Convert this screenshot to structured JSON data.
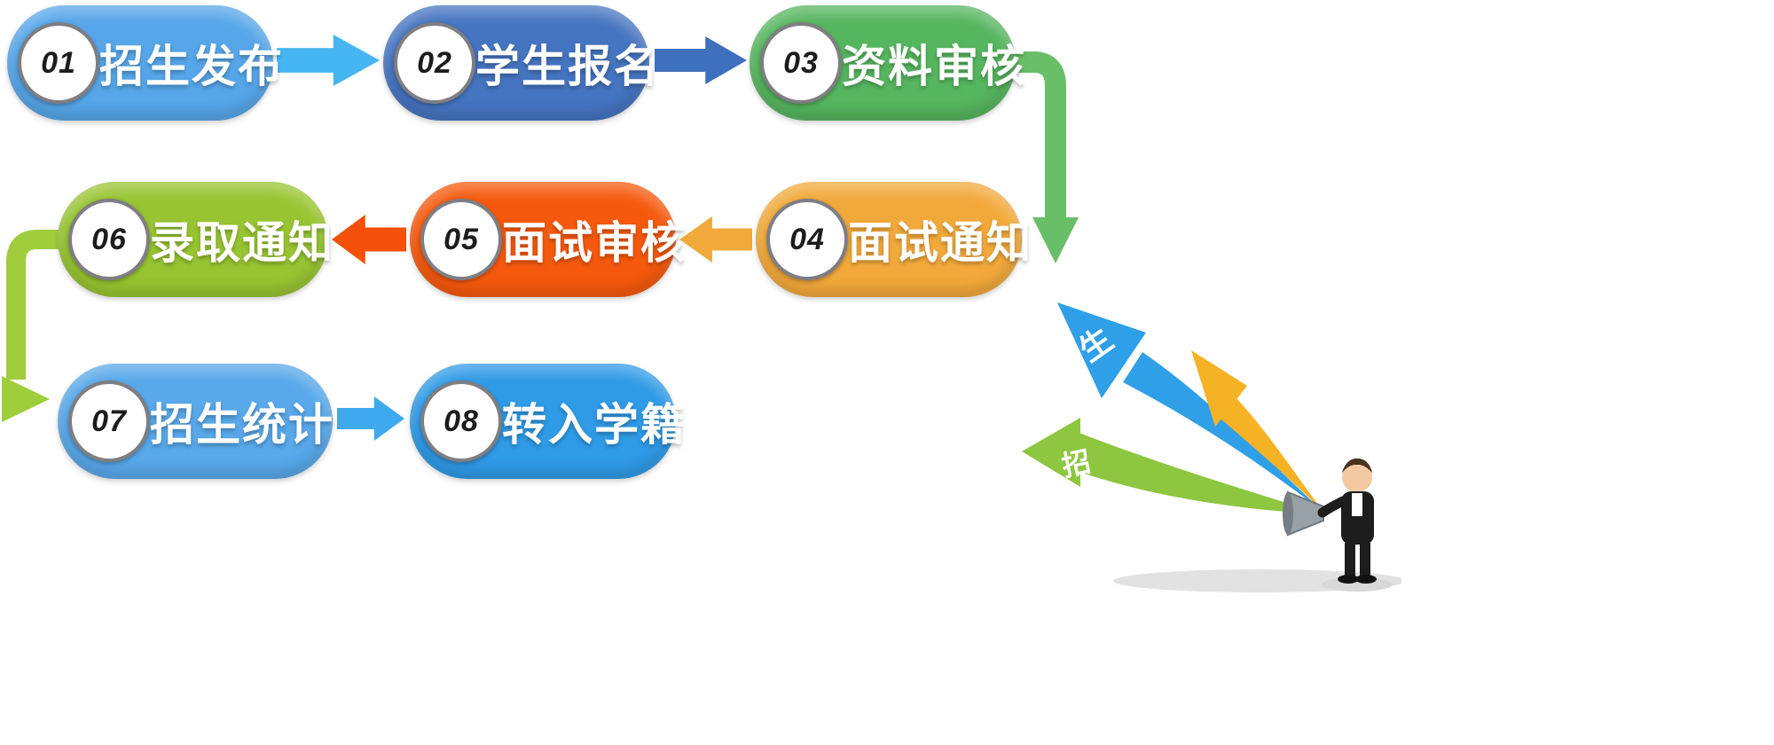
{
  "flow": {
    "title": "enrollment-process-flow",
    "steps": [
      {
        "number": "01",
        "label": "招生发布",
        "color": "#56a6e9"
      },
      {
        "number": "02",
        "label": "学生报名",
        "color": "#4574c0"
      },
      {
        "number": "03",
        "label": "资料审核",
        "color": "#56b55f"
      },
      {
        "number": "04",
        "label": "面试通知",
        "color": "#f2a93b"
      },
      {
        "number": "05",
        "label": "面试审核",
        "color": "#f5590d"
      },
      {
        "number": "06",
        "label": "录取通知",
        "color": "#98c431"
      },
      {
        "number": "07",
        "label": "招生统计",
        "color": "#58a8ea"
      },
      {
        "number": "08",
        "label": "转入学籍",
        "color": "#2f9ae6"
      }
    ],
    "connectors": [
      {
        "from": "01",
        "to": "02",
        "direction": "right",
        "color": "#46b6f2"
      },
      {
        "from": "02",
        "to": "03",
        "direction": "right",
        "color": "#3f70be"
      },
      {
        "from": "03",
        "to": "04",
        "direction": "down-right-curve",
        "color": "#69bf68"
      },
      {
        "from": "04",
        "to": "05",
        "direction": "left",
        "color": "#f2a93b"
      },
      {
        "from": "05",
        "to": "06",
        "direction": "left",
        "color": "#f5500a"
      },
      {
        "from": "06",
        "to": "07",
        "direction": "down-left-curve",
        "color": "#a0cd3c"
      },
      {
        "from": "07",
        "to": "08",
        "direction": "right",
        "color": "#3fa9ee"
      }
    ]
  },
  "decoration": {
    "blue_arrow_label": "生",
    "green_arrow_label": "招",
    "blue_color": "#2f9fe8",
    "yellow_color": "#f5b225",
    "green_color": "#8dc63f"
  }
}
